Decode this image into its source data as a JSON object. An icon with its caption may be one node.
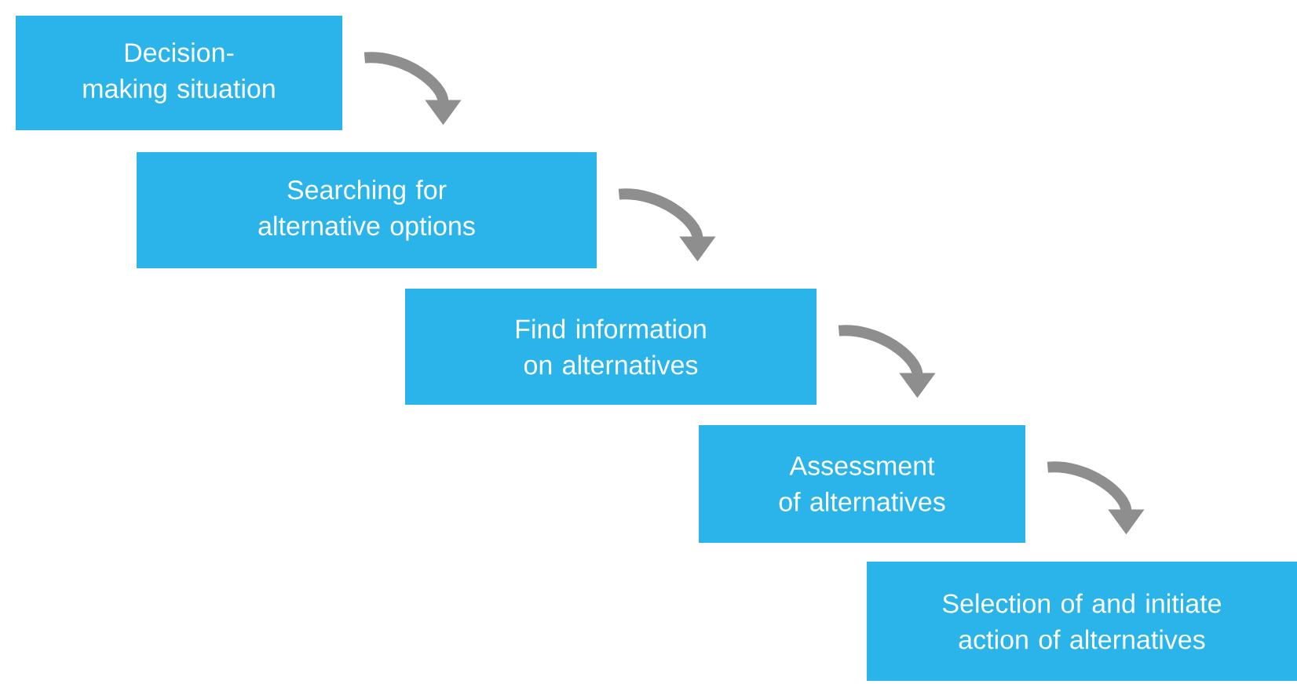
{
  "diagram": {
    "nodes": [
      {
        "text": [
          "Decision-making situation"
        ]
      },
      {
        "text": [
          "Searching for alternative options"
        ]
      },
      {
        "text": [
          "Find information on alternatives"
        ]
      },
      {
        "text": [
          "Assessment of alternatives"
        ]
      },
      {
        "text": [
          "Selection of and initiate action of alternatives"
        ]
      }
    ],
    "edges": [
      {
        "from": 0,
        "to": 1,
        "arrow": "to"
      },
      {
        "from": 1,
        "to": 2,
        "arrow": "to"
      },
      {
        "from": 2,
        "to": 3,
        "arrow": "to"
      },
      {
        "from": 3,
        "to": 4,
        "arrow": "to"
      }
    ]
  }
}
